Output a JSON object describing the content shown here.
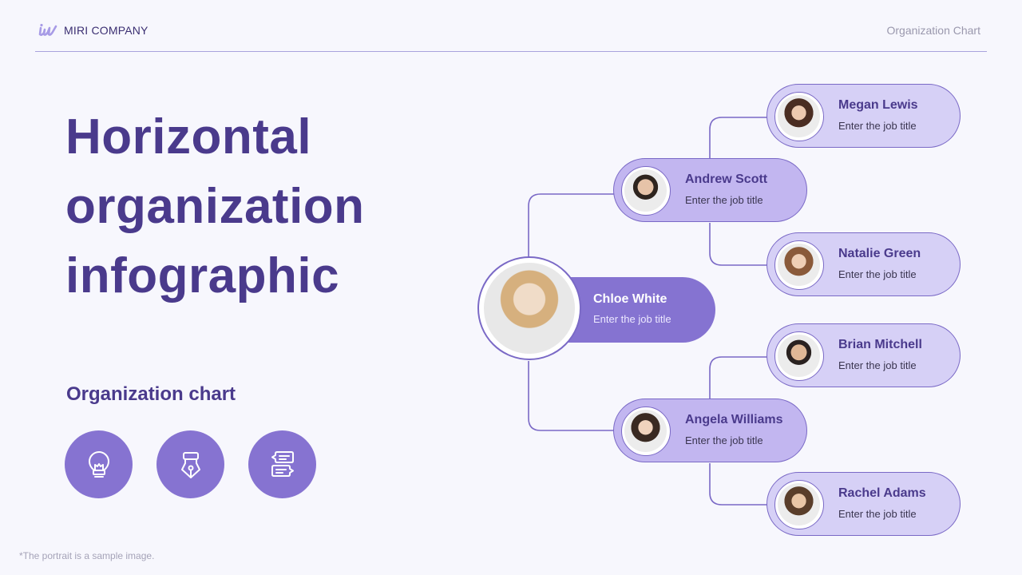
{
  "header": {
    "logo_icon": "miri-logo-icon",
    "brand": "MIRI COMPANY",
    "section": "Organization Chart"
  },
  "title_lines": [
    "Horizontal",
    "organization",
    "infographic"
  ],
  "subtitle": "Organization chart",
  "feature_icons": [
    "lightbulb-icon",
    "pen-nib-icon",
    "chat-bubbles-icon"
  ],
  "footnote": "*The portrait is a sample image.",
  "colors": {
    "background": "#f7f7fd",
    "title": "#4a3a8c",
    "accent": "#8573d1",
    "mid_node": "#c2b6f0",
    "leaf_node": "#d6d0f6",
    "connector": "#7a69c6"
  },
  "org": {
    "root": {
      "name": "Chloe White",
      "job": "Enter the job title"
    },
    "managers": [
      {
        "name": "Andrew Scott",
        "job": "Enter the job title",
        "reports": [
          {
            "name": "Megan Lewis",
            "job": "Enter the job title"
          },
          {
            "name": "Natalie Green",
            "job": "Enter the job title"
          }
        ]
      },
      {
        "name": "Angela Williams",
        "job": "Enter the job title",
        "reports": [
          {
            "name": "Brian Mitchell",
            "job": "Enter the job title"
          },
          {
            "name": "Rachel Adams",
            "job": "Enter the job title"
          }
        ]
      }
    ]
  }
}
